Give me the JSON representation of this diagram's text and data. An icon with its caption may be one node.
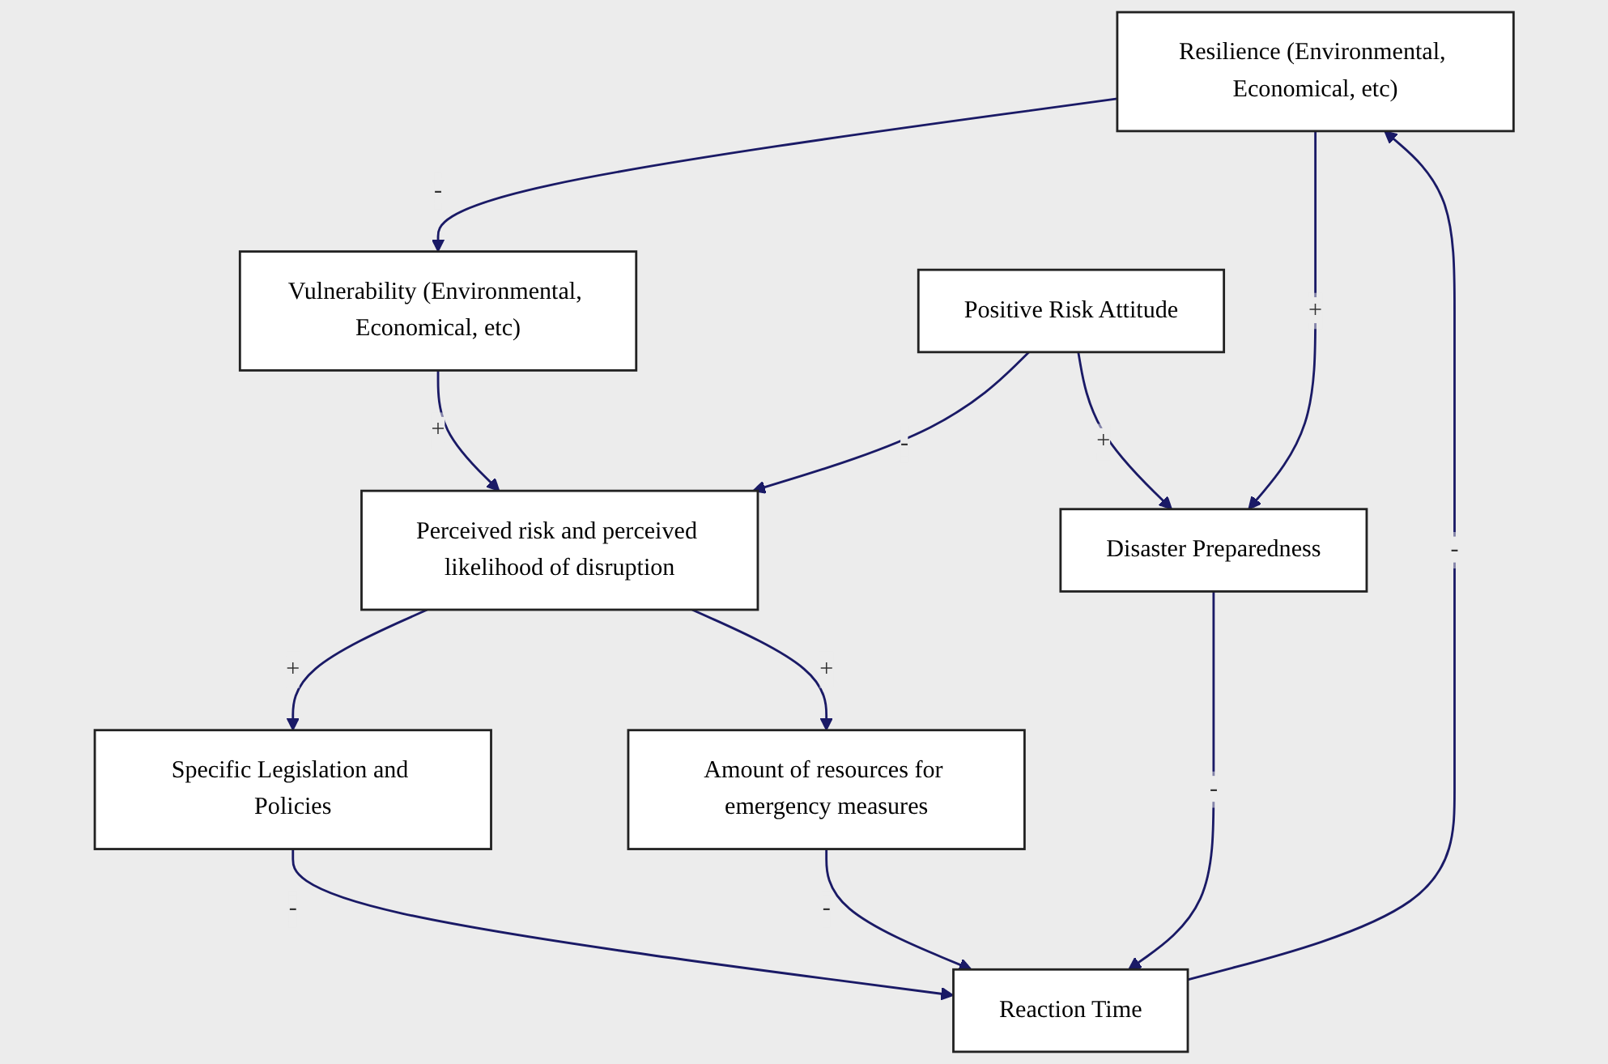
{
  "diagram": {
    "nodes": [
      {
        "text": [
          "Vulnerability (Environmental, Economical, etc)"
        ]
      },
      {
        "text": [
          "Resilience (Environmental, Economical, etc)"
        ]
      },
      {
        "text": [
          "Positive Risk Attitude"
        ]
      },
      {
        "text": [
          "Perceived risk and perceived likelihood of disruption"
        ]
      },
      {
        "text": [
          "Reaction Time"
        ]
      },
      {
        "text": [
          "Disaster Preparedness"
        ]
      },
      {
        "text": [
          "Specific Legislation and Policies"
        ]
      },
      {
        "text": [
          "Amount of resources for emergency measures"
        ]
      }
    ],
    "edges": [
      {
        "from": 1,
        "to": 0,
        "arrow": "to",
        "label": "-"
      },
      {
        "from": 0,
        "to": 3,
        "arrow": "to",
        "label": "+"
      },
      {
        "from": 2,
        "to": 3,
        "arrow": "to",
        "label": "-"
      },
      {
        "from": 2,
        "to": 5,
        "arrow": "to",
        "label": "+"
      },
      {
        "from": 1,
        "to": 5,
        "arrow": "to",
        "label": "+"
      },
      {
        "from": 4,
        "to": 1,
        "arrow": "to",
        "label": "-"
      },
      {
        "from": 3,
        "to": 6,
        "arrow": "to",
        "label": "+"
      },
      {
        "from": 3,
        "to": 7,
        "arrow": "to",
        "label": "+"
      },
      {
        "from": 6,
        "to": 4,
        "arrow": "to",
        "label": "-"
      },
      {
        "from": 7,
        "to": 4,
        "arrow": "to",
        "label": "-"
      },
      {
        "from": 5,
        "to": 4,
        "arrow": "to",
        "label": "-"
      }
    ]
  }
}
